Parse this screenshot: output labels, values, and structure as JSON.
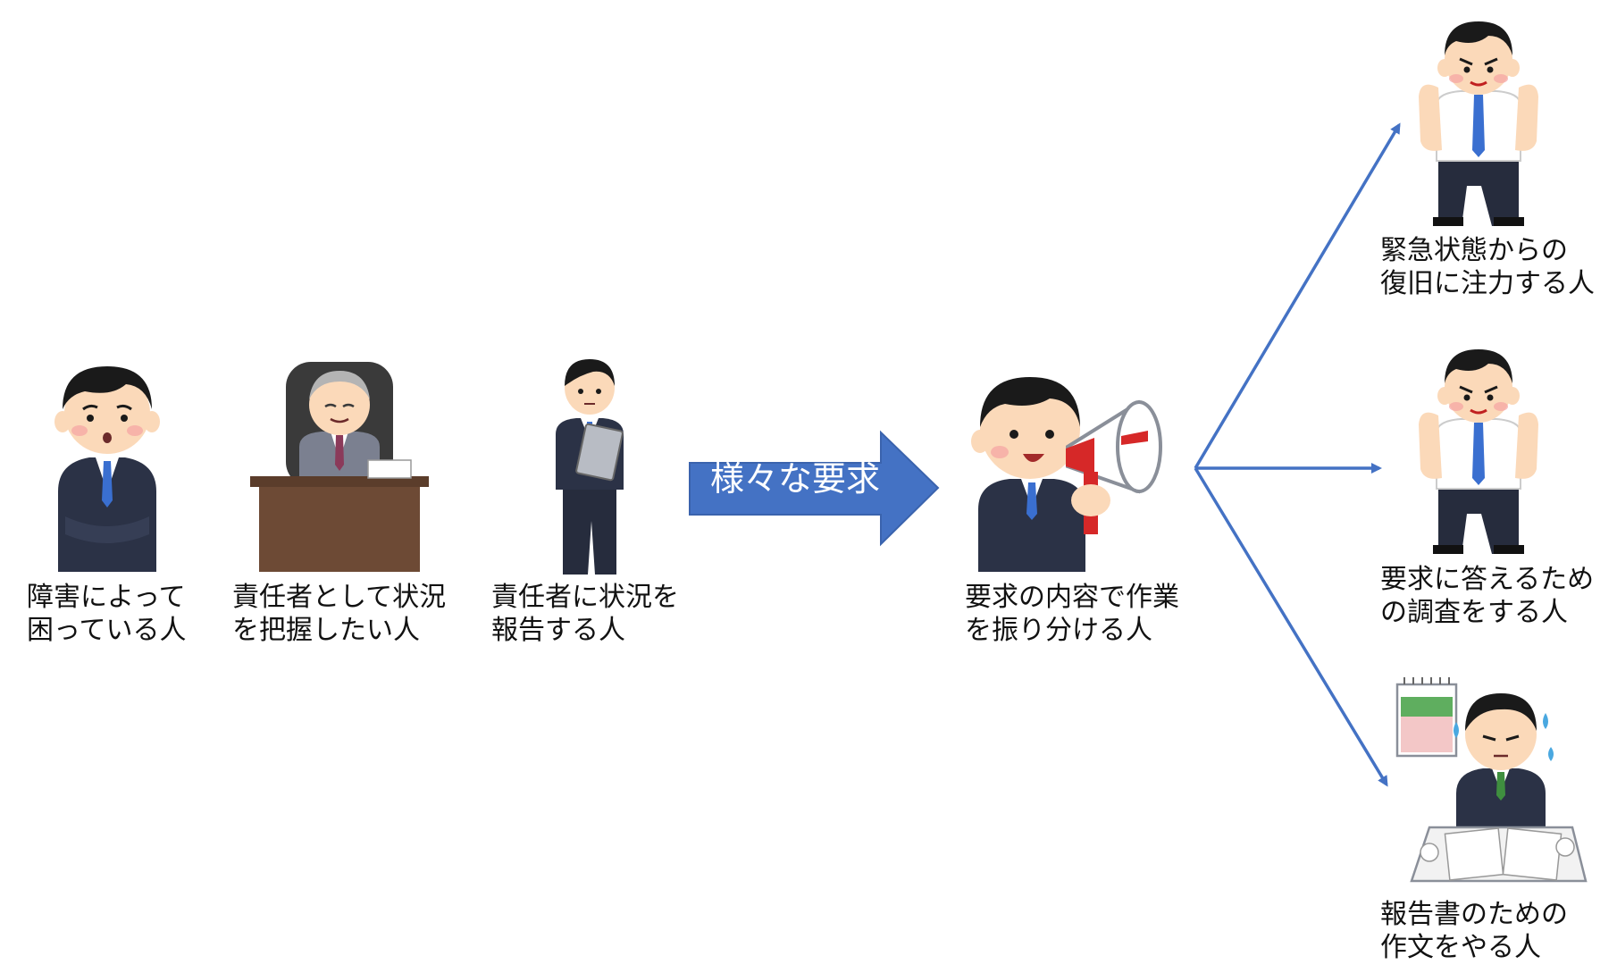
{
  "colors": {
    "arrow_fill": "#4472c4",
    "connector": "#4472c4",
    "suit": "#2b3246",
    "hair": "#1a1a1a",
    "skin": "#fbd9b9",
    "tie_blue": "#3a6fd0",
    "desk": "#6d4a35",
    "megaphone_red": "#d62828"
  },
  "arrow": {
    "label": "様々な要求"
  },
  "people": [
    {
      "id": "troubled",
      "icon": "troubled-person-icon",
      "line1": "障害によって",
      "line2": "困っている人"
    },
    {
      "id": "manager",
      "icon": "manager-at-desk-icon",
      "line1": "責任者として状況",
      "line2": "を把握したい人"
    },
    {
      "id": "reporter",
      "icon": "reporter-with-clipboard-icon",
      "line1": "責任者に状況を",
      "line2": "報告する人"
    },
    {
      "id": "dispatcher",
      "icon": "megaphone-person-icon",
      "line1": "要求の内容で作業",
      "line2": "を振り分ける人"
    },
    {
      "id": "recovery",
      "icon": "rolling-up-sleeves-icon",
      "line1": "緊急状態からの",
      "line2": "復旧に注力する人"
    },
    {
      "id": "investigator",
      "icon": "rolling-up-sleeves-icon",
      "line1": "要求に答えるため",
      "line2": "の調査をする人"
    },
    {
      "id": "writer",
      "icon": "writing-report-icon",
      "line1": "報告書のための",
      "line2": "作文をやる人"
    }
  ]
}
